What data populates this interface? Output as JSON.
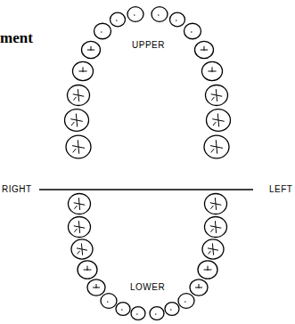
{
  "diagram": {
    "labels": [
      "ment",
      "UPPER",
      "RIGHT",
      "LEFT",
      "LOWER"
    ]
  }
}
